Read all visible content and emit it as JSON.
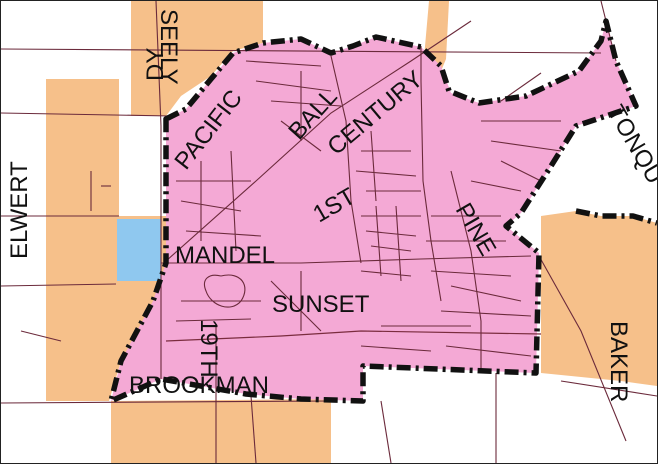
{
  "map": {
    "street_labels": {
      "seely": "SEELY",
      "elwert": "ELWERT",
      "dy": "DY",
      "pacific": "PACIFIC",
      "ball": "BALL",
      "century": "CENTURY",
      "tonquin": "TONQU",
      "mandel": "MANDEL",
      "first": "1ST",
      "pine": "PINE",
      "sunset": "SUNSET",
      "nineteenth": "19TH",
      "brookman": "BROOKMAN",
      "baker": "BAKER"
    },
    "colors": {
      "city_area": "#f4a9d5",
      "county_area": "#f6c08a",
      "water_park": "#8fc8ef",
      "roads": "#6b2a3b",
      "boundary": "#111111"
    }
  }
}
